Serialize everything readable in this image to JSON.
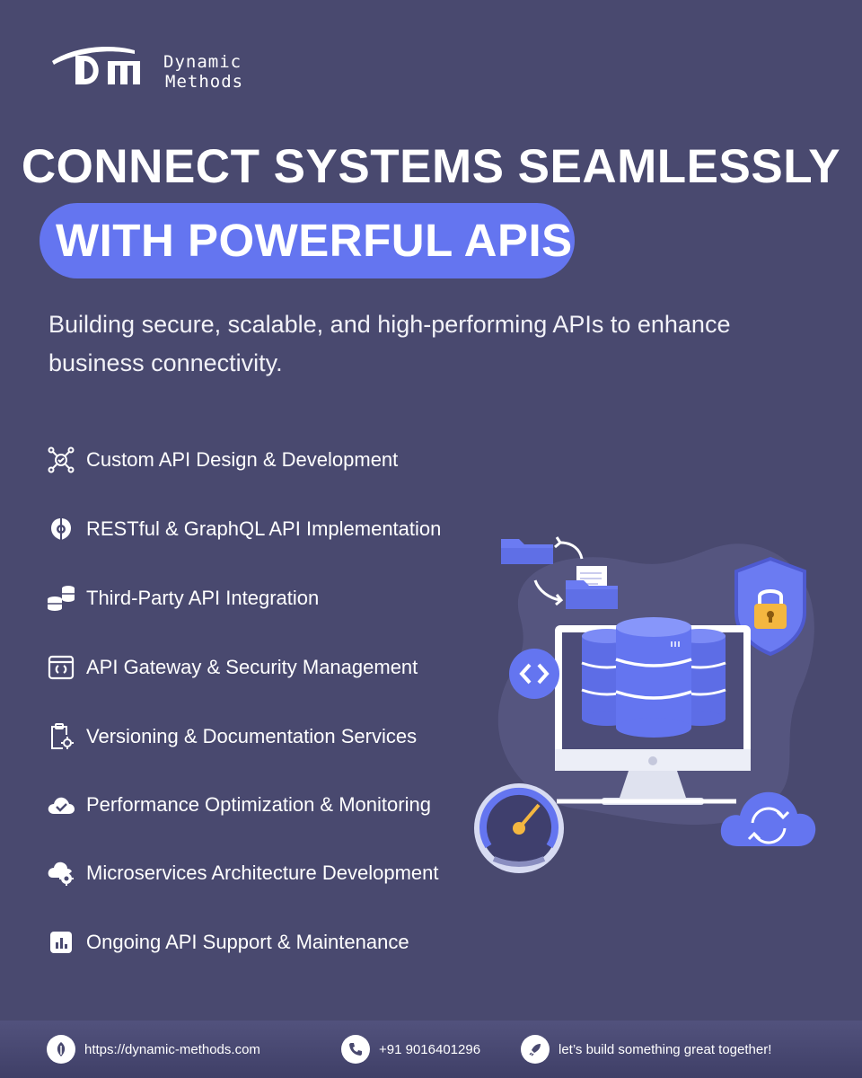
{
  "brand": {
    "name_line1": "Dynamic",
    "name_line2": "Methods"
  },
  "headline": {
    "line1": "CONNECT SYSTEMS SEAMLESSLY",
    "line2": "WITH POWERFUL APIS"
  },
  "subtitle": "Building secure, scalable, and high-performing APIs to enhance business connectivity.",
  "features": [
    {
      "label": "Custom API Design & Development",
      "icon": "network-hub-icon"
    },
    {
      "label": "RESTful & GraphQL API Implementation",
      "icon": "brain-gear-icon"
    },
    {
      "label": "Third-Party API Integration",
      "icon": "database-stack-icon"
    },
    {
      "label": "API Gateway & Security Management",
      "icon": "code-window-icon"
    },
    {
      "label": "Versioning & Documentation Services",
      "icon": "clipboard-gear-icon"
    },
    {
      "label": "Performance Optimization & Monitoring",
      "icon": "cloud-check-icon"
    },
    {
      "label": "Microservices Architecture Development",
      "icon": "cloud-gear-icon"
    },
    {
      "label": "Ongoing API Support & Maintenance",
      "icon": "bar-chart-icon"
    }
  ],
  "footer": {
    "website": "https://dynamic-methods.com",
    "phone": "+91 9016401296",
    "tagline": "let’s build something great together!"
  },
  "colors": {
    "background": "#49496f",
    "accent": "#6475f0",
    "shield": "#6b7bf2",
    "lock": "#f4b740"
  }
}
